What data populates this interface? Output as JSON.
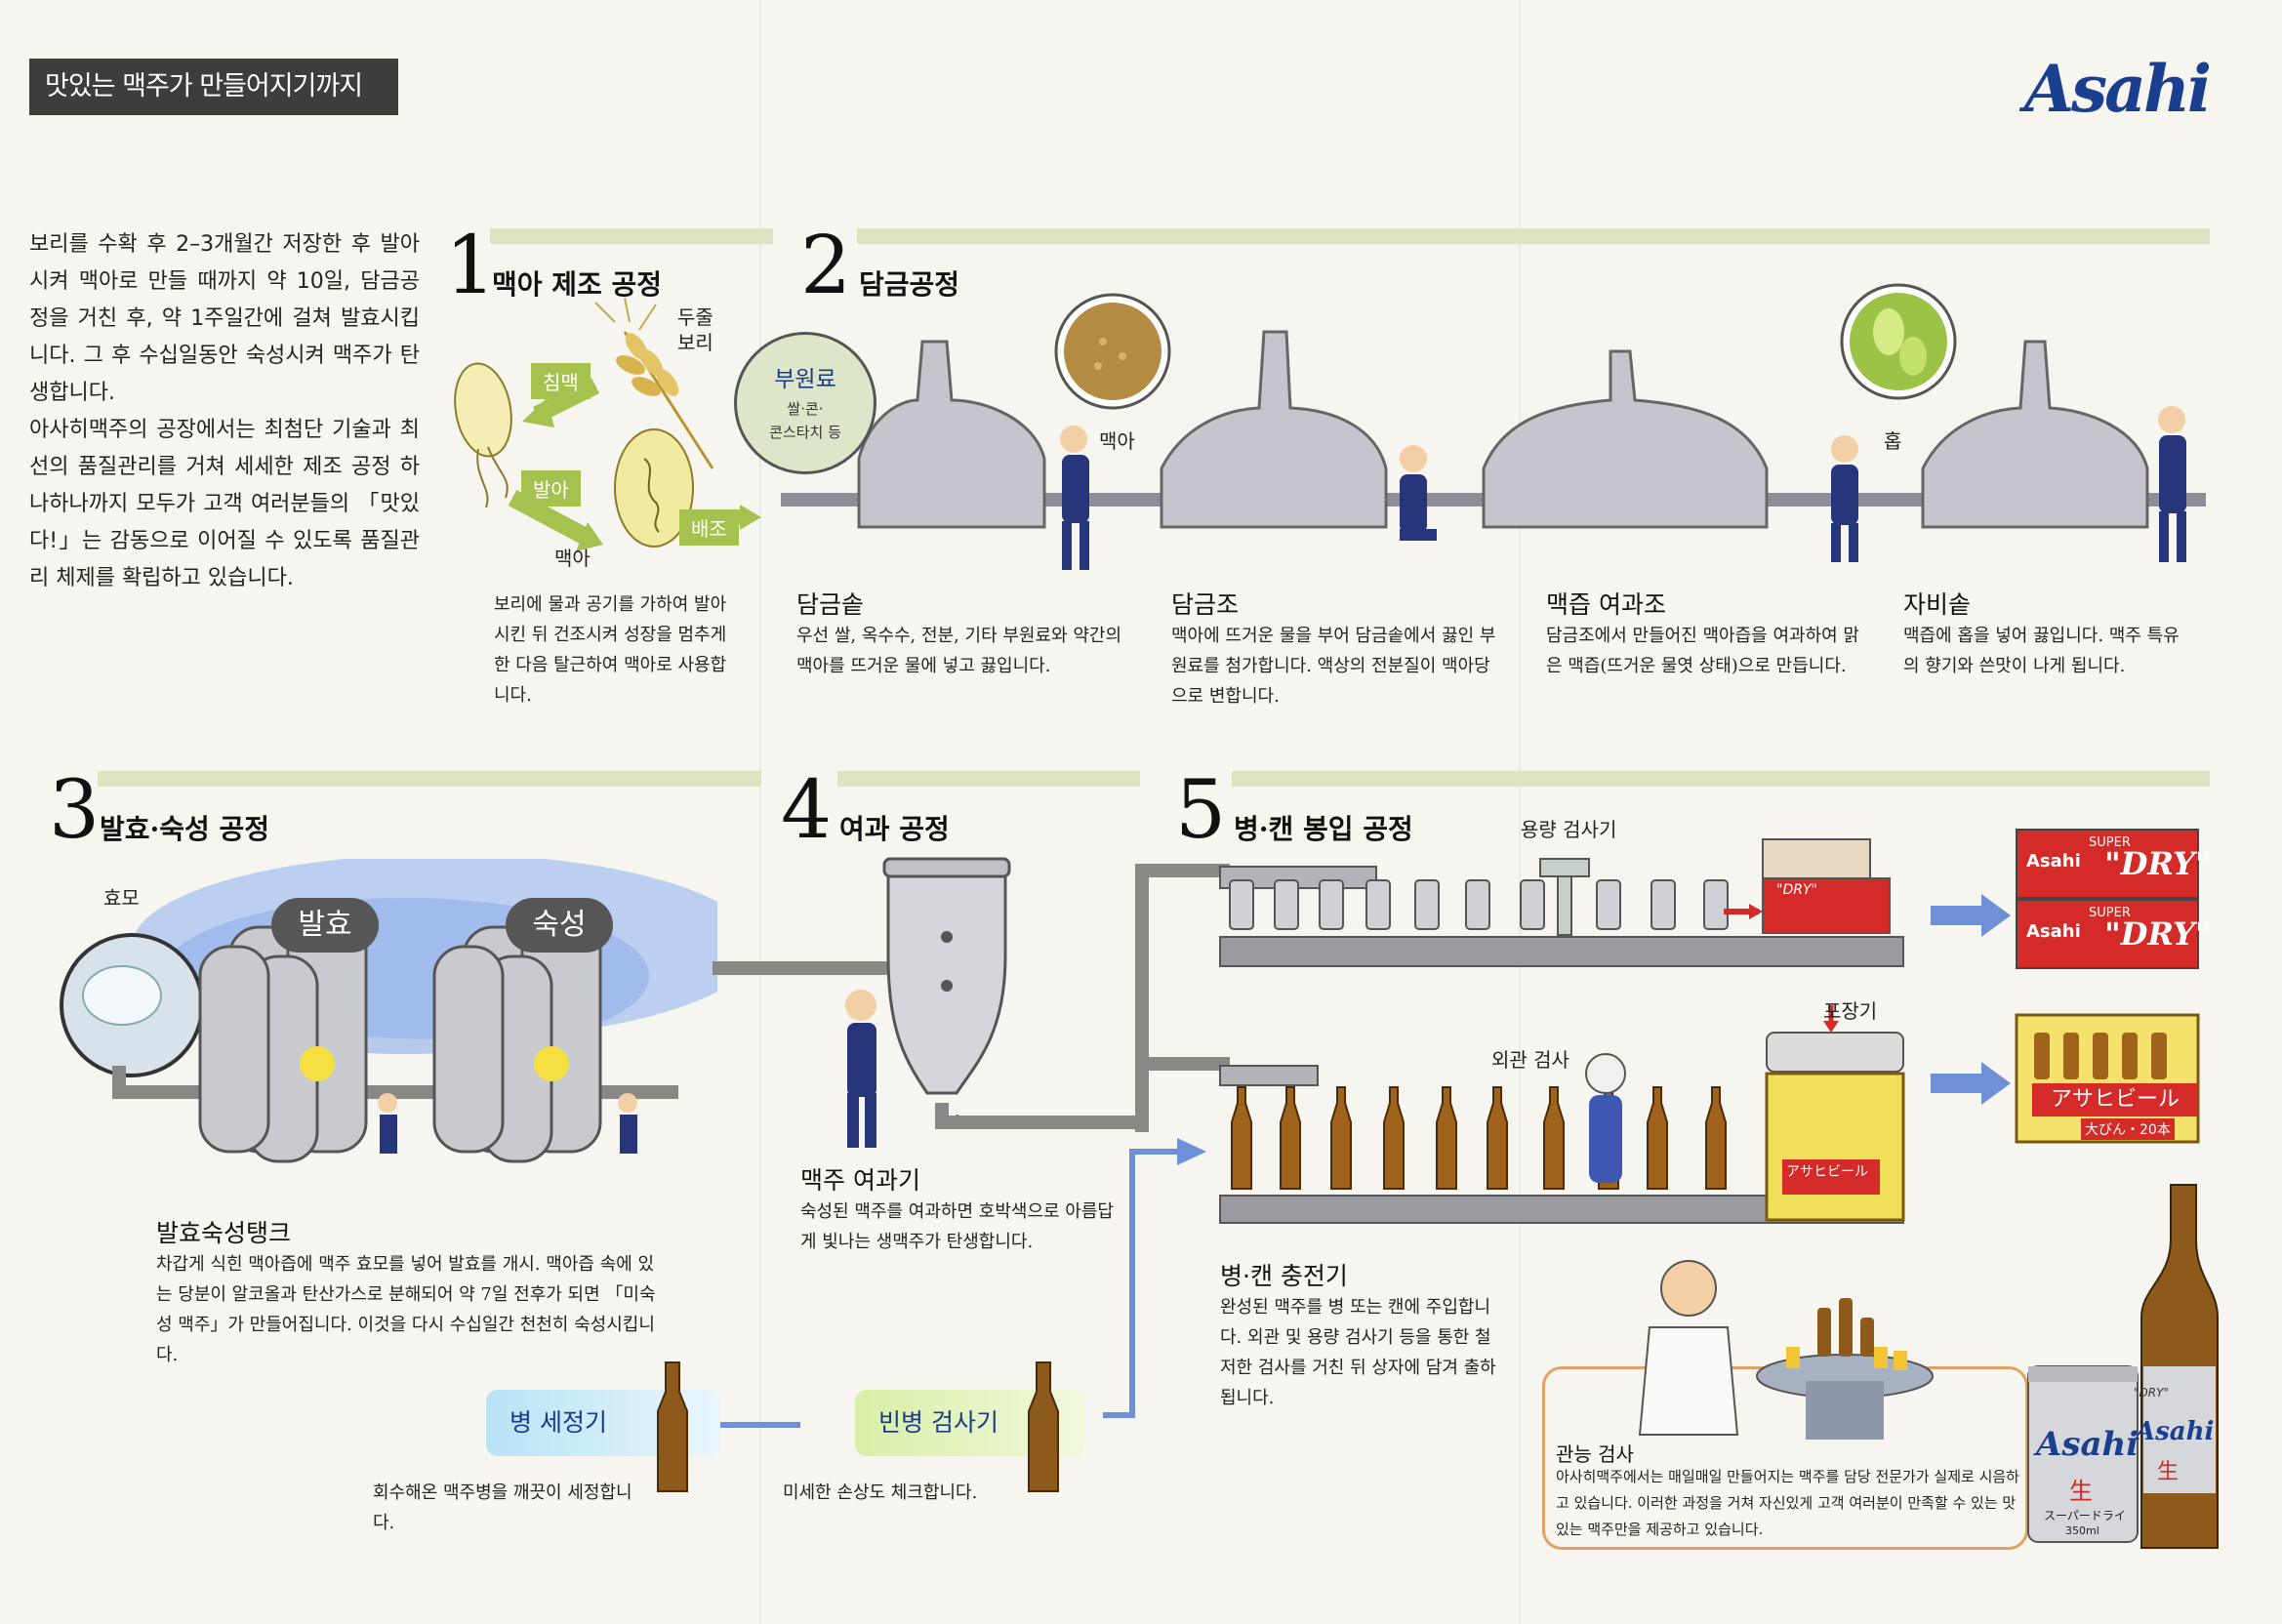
{
  "header": {
    "title": "맛있는 맥주가 만들어지기까지",
    "brand": "Asahi"
  },
  "intro": [
    "보리를 수확 후 2–3개월간 저장한 후 발아시켜 맥아로 만들 때까지 약 10일, 담금공정을 거친 후, 약 1주일간에 걸쳐 발효시킵니다. 그 후 수십일동안 숙성시켜 맥주가 탄생합니다.",
    "아사히맥주의 공장에서는 최첨단 기술과 최선의 품질관리를 거쳐 세세한 제조 공정 하나하나까지 모두가 고객 여러분들의 「맛있다!」는 감동으로 이어질 수 있도록 품질관리 체제를 확립하고 있습니다."
  ],
  "step1": {
    "num": "1",
    "title": "맥아 제조 공정",
    "labels": {
      "barley": "두줄\n보리",
      "soak": "침맥",
      "germ": "발아",
      "malt": "맥아",
      "roast": "배조"
    },
    "desc": "보리에 물과 공기를 가하여 발아시킨 뒤 건조시켜 성장을 멈추게 한 다음 탈근하여 맥아로 사용합니다."
  },
  "step2": {
    "num": "2",
    "title": "담금공정",
    "aux": {
      "title": "부원료",
      "sub": "쌀·콘·\n콘스타치 등"
    },
    "malt_label": "맥아",
    "hop_label": "홉",
    "items": [
      {
        "name": "담금솥",
        "desc": "우선 쌀, 옥수수, 전분, 기타 부원료와 약간의 맥아를 뜨거운 물에 넣고 끓입니다."
      },
      {
        "name": "담금조",
        "desc": "맥아에 뜨거운 물을 부어 담금솥에서 끓인 부원료를 첨가합니다. 액상의 전분질이 맥아당으로 변합니다."
      },
      {
        "name": "맥즙 여과조",
        "desc": "담금조에서 만들어진 맥아즙을 여과하여 맑은 맥즙(뜨거운 물엿 상태)으로 만듭니다."
      },
      {
        "name": "자비솥",
        "desc": "맥즙에 홉을 넣어 끓입니다. 맥주 특유의 향기와 쓴맛이 나게 됩니다."
      }
    ]
  },
  "step3": {
    "num": "3",
    "title": "발효·숙성 공정",
    "yeast": "효모",
    "ferment": "발효",
    "mature": "숙성",
    "tank_name": "발효숙성탱크",
    "tank_desc": "차갑게 식힌 맥아즙에 맥주 효모를 넣어 발효를 개시. 맥아즙 속에 있는 당분이 알코올과 탄산가스로 분해되어 약 7일 전후가 되면 「미숙성 맥주」가 만들어집니다. 이것을 다시 수십일간 천천히 숙성시킵니다."
  },
  "step4": {
    "num": "4",
    "title": "여과 공정",
    "filter_name": "맥주 여과기",
    "filter_desc": "숙성된 맥주를 여과하면 호박색으로 아름답게 빛나는 생맥주가 탄생합니다."
  },
  "step5": {
    "num": "5",
    "title": "병·캔 봉입 공정",
    "volume": "용량 검사기",
    "pack": "포장기",
    "visual": "외관 검사",
    "filler_name": "병·캔 충전기",
    "filler_desc": "완성된 맥주를 병 또는 캔에 주입합니다. 외관 및 용량 검사기 등을 통한 철저한 검사를 거친 뒤 상자에 담겨 출하됩니다.",
    "box_brand": "Asahi",
    "box_super": "SUPER",
    "box_dry": "\"DRY\"",
    "crate_text": "アサヒビール",
    "crate_sub": "大びん・20本"
  },
  "washer": {
    "name": "병 세정기",
    "desc": "회수해온 맥주병을 깨끗이 세정합니다."
  },
  "checker": {
    "name": "빈병 검사기",
    "desc": "미세한 손상도 체크합니다."
  },
  "sensory": {
    "name": "관능 검사",
    "desc": "아사히맥주에서는 매일매일 만들어지는 맥주를 담당 전문가가 실제로 시음하고 있습니다. 이러한 과정을 거쳐 자신있게 고객 여러분이 만족할 수 있는 맛있는 맥주만을 제공하고 있습니다."
  },
  "product": {
    "can_brand": "Asahi",
    "can_kanji": "生",
    "can_sub": "スーパードライ",
    "can_vol": "350ml",
    "bottle_brand": "Asahi",
    "bottle_kanji": "生",
    "bottle_dry": "\"DRY\""
  },
  "colors": {
    "stripe": "#dfe3c2",
    "green": "#a5c24f",
    "blue_arrow": "#6f8fd6",
    "sky": "#5a7fd0",
    "pipe": "#777777",
    "box_red": "#d42a28",
    "brand_blue": "#1b3f8f"
  }
}
